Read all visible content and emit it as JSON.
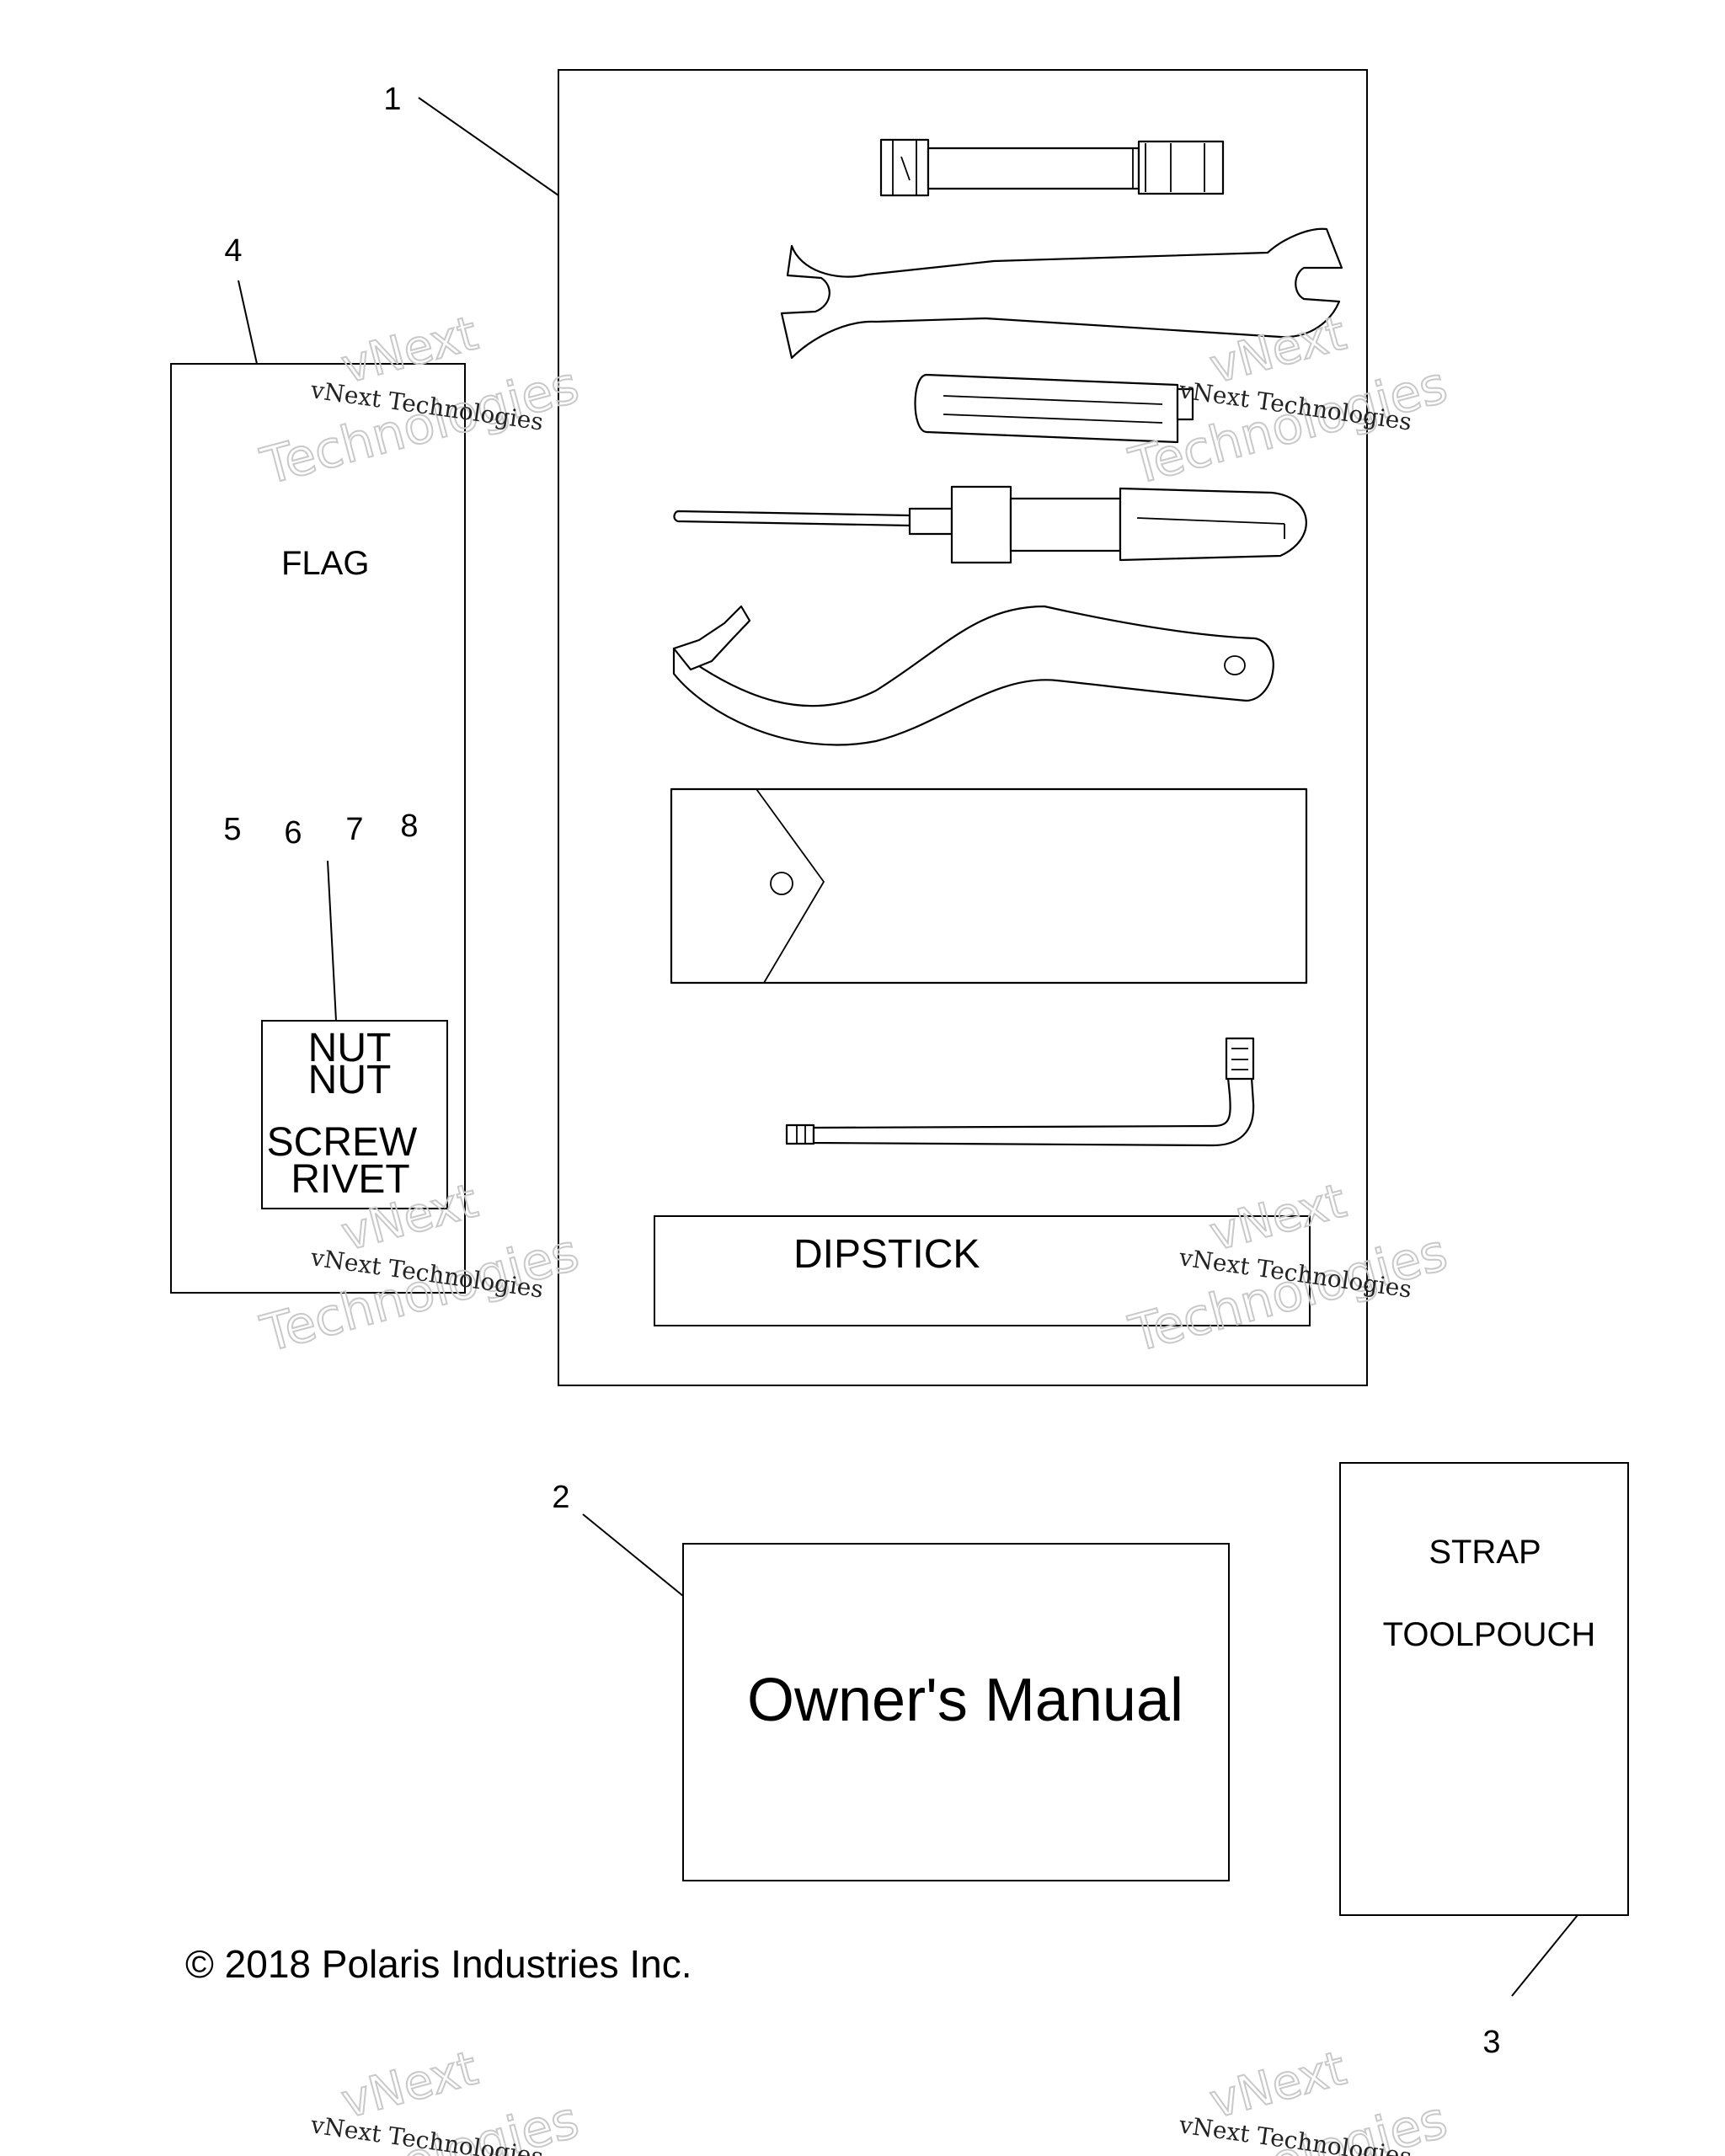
{
  "callouts": {
    "c1": "1",
    "c2": "2",
    "c3": "3",
    "c4": "4",
    "c5": "5",
    "c6": "6",
    "c7": "7",
    "c8": "8"
  },
  "labels": {
    "flag": "FLAG",
    "dipstick": "DIPSTICK",
    "owners_manual": "Owner's Manual",
    "strap": "STRAP",
    "toolpouch": "TOOLPOUCH",
    "hardware": [
      "NUT",
      "NUT",
      "SCREW",
      "RIVET"
    ]
  },
  "copyright": "© 2018 Polaris Industries Inc.",
  "watermark": {
    "small": "vNext Technologies",
    "big_top": "vNext",
    "big_bottom": "Technologies"
  }
}
